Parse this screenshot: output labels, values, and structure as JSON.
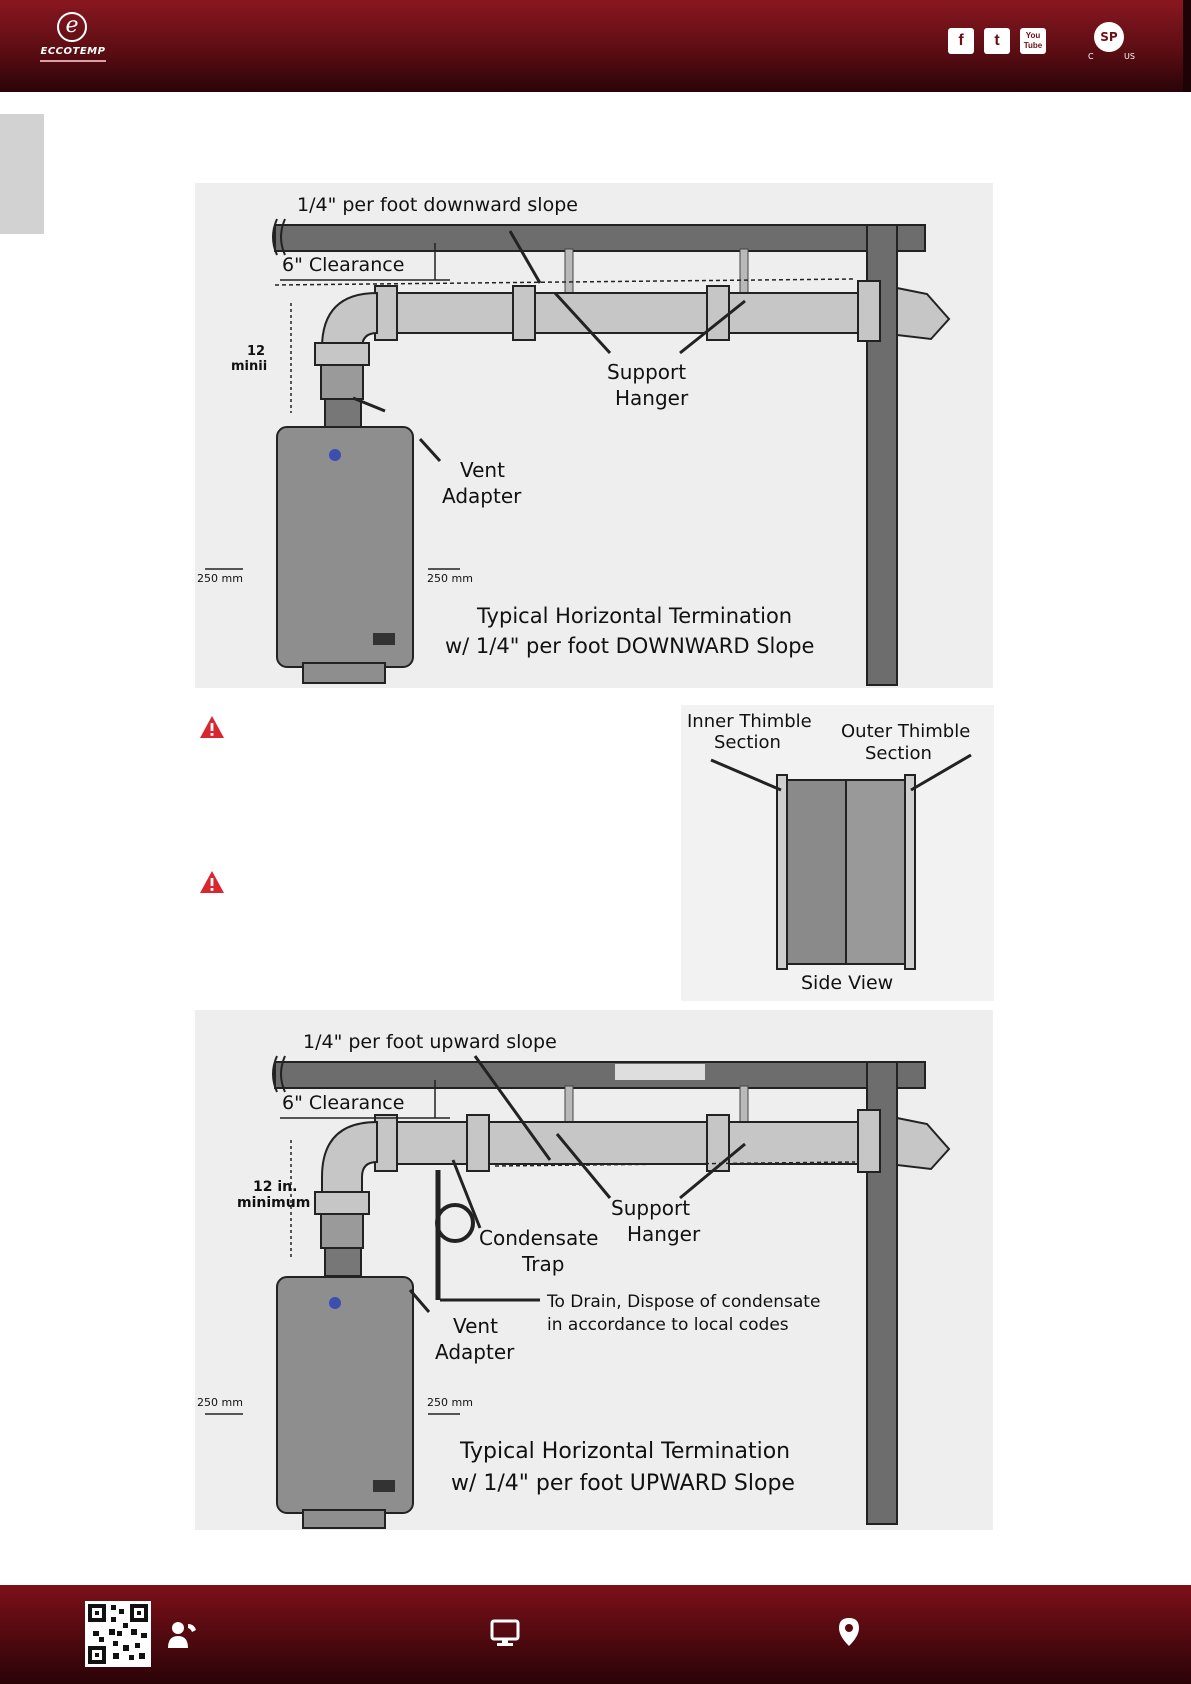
{
  "header": {
    "brand": "ECCOTEMP",
    "social": [
      {
        "label": "f",
        "icon": "facebook-icon"
      },
      {
        "label": "t",
        "icon": "twitter-icon"
      },
      {
        "label": "You Tube",
        "icon": "youtube-icon"
      }
    ],
    "cert": {
      "mark": "SP",
      "left": "C",
      "right": "US"
    }
  },
  "figure_top": {
    "slope_label": "1/4\" per foot downward slope",
    "clearance": "6\" Clearance",
    "min_label_1": "12",
    "min_label_2": "minii",
    "support": "Support",
    "hanger": "Hanger",
    "vent": "Vent",
    "adapter": "Adapter",
    "dim_left": "250 mm",
    "dim_right": "250 mm",
    "caption_1": "Typical Horizontal Termination",
    "caption_2": "w/ 1/4\" per foot DOWNWARD Slope"
  },
  "thimble": {
    "inner_1": "Inner Thimble",
    "inner_2": "Section",
    "outer_1": "Outer Thimble",
    "outer_2": "Section",
    "view": "Side View"
  },
  "figure_bottom": {
    "slope_label": "1/4\" per foot upward slope",
    "clearance": "6\" Clearance",
    "min_label_1": "12 in.",
    "min_label_2": "minimum",
    "support": "Support",
    "hanger": "Hanger",
    "condensate": "Condensate",
    "trap": "Trap",
    "drain_1": "To Drain, Dispose of condensate",
    "drain_2": "in accordance to local codes",
    "vent": "Vent",
    "adapter": "Adapter",
    "dim_left": "250 mm",
    "dim_right": "250 mm",
    "caption_1": "Typical Horizontal Termination",
    "caption_2": "w/ 1/4\" per foot UPWARD Slope"
  },
  "colors": {
    "brand_red": "#7a111a",
    "warning": "#d8272f"
  }
}
